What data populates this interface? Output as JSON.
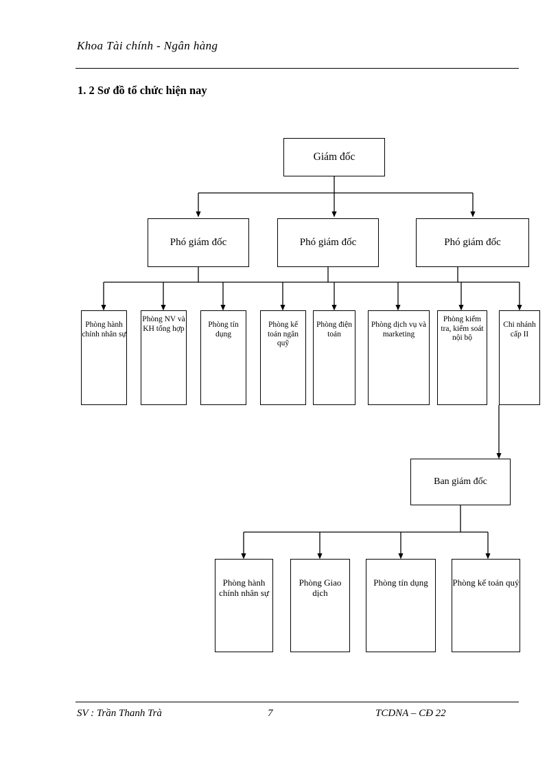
{
  "header": {
    "faculty": "Khoa Tài chính - Ngân hàng",
    "section_title": "1. 2 Sơ đồ tổ chức hiện nay"
  },
  "chart_data": {
    "type": "diagram",
    "title": "1. 2 Sơ đồ tổ chức hiện nay",
    "orientation": "top-down",
    "levels": [
      {
        "level": 1,
        "nodes": [
          {
            "id": "giam-doc",
            "label": "Giám đốc"
          }
        ]
      },
      {
        "level": 2,
        "nodes": [
          {
            "id": "pho-giam-doc-1",
            "label": "Phó giám đốc"
          },
          {
            "id": "pho-giam-doc-2",
            "label": "Phó giám đốc"
          },
          {
            "id": "pho-giam-doc-3",
            "label": "Phó giám đốc"
          }
        ]
      },
      {
        "level": 3,
        "nodes": [
          {
            "id": "phong-hanh-chinh-nhan-su",
            "label": "Phòng hành chính nhân sự"
          },
          {
            "id": "phong-nv-kh-tong-hop",
            "label": "Phòng NV và KH tổng hợp"
          },
          {
            "id": "phong-tin-dung",
            "label": "Phòng tín dụng"
          },
          {
            "id": "phong-ke-toan-ngan-quy",
            "label": "Phòng kế toán ngân quỹ"
          },
          {
            "id": "phong-dien-toan",
            "label": "Phòng điện toán"
          },
          {
            "id": "phong-dich-vu-marketing",
            "label": "Phòng dịch vụ và marketing"
          },
          {
            "id": "phong-kiem-tra-kiem-soat-noi-bo",
            "label": "Phòng kiểm tra, kiểm soát nội bộ"
          },
          {
            "id": "chi-nhanh-cap-ii",
            "label": "Chi nhánh cấp II"
          }
        ]
      },
      {
        "level": 4,
        "nodes": [
          {
            "id": "ban-giam-doc",
            "label": "Ban giám đốc"
          }
        ]
      },
      {
        "level": 5,
        "nodes": [
          {
            "id": "phong-hanh-chinh-nhan-su-2",
            "label": "Phòng hành chính nhân sự"
          },
          {
            "id": "phong-giao-dich",
            "label": "Phòng Giao dịch"
          },
          {
            "id": "phong-tin-dung-2",
            "label": "Phòng tín dụng"
          },
          {
            "id": "phong-ke-toan-quy",
            "label": "Phòng kế toán quý"
          }
        ]
      }
    ],
    "edges": [
      {
        "from": "giam-doc",
        "to": "pho-giam-doc-1"
      },
      {
        "from": "giam-doc",
        "to": "pho-giam-doc-2"
      },
      {
        "from": "giam-doc",
        "to": "pho-giam-doc-3"
      },
      {
        "from": "pho-giam-doc-1",
        "to": "department-bus"
      },
      {
        "from": "pho-giam-doc-2",
        "to": "department-bus"
      },
      {
        "from": "pho-giam-doc-3",
        "to": "department-bus"
      },
      {
        "from": "department-bus",
        "to": "phong-hanh-chinh-nhan-su"
      },
      {
        "from": "department-bus",
        "to": "phong-nv-kh-tong-hop"
      },
      {
        "from": "department-bus",
        "to": "phong-tin-dung"
      },
      {
        "from": "department-bus",
        "to": "phong-ke-toan-ngan-quy"
      },
      {
        "from": "department-bus",
        "to": "phong-dien-toan"
      },
      {
        "from": "department-bus",
        "to": "phong-dich-vu-marketing"
      },
      {
        "from": "department-bus",
        "to": "phong-kiem-tra-kiem-soat-noi-bo"
      },
      {
        "from": "department-bus",
        "to": "chi-nhanh-cap-ii"
      },
      {
        "from": "chi-nhanh-cap-ii",
        "to": "ban-giam-doc"
      },
      {
        "from": "ban-giam-doc",
        "to": "phong-hanh-chinh-nhan-su-2"
      },
      {
        "from": "ban-giam-doc",
        "to": "phong-giao-dich"
      },
      {
        "from": "ban-giam-doc",
        "to": "phong-tin-dung-2"
      },
      {
        "from": "ban-giam-doc",
        "to": "phong-ke-toan-quy"
      }
    ],
    "line_color": "#000000",
    "box_fill": "#ffffff",
    "box_border": "#000000"
  },
  "footer": {
    "student": "SV : Trần Thanh Trà",
    "page_number": "7",
    "course": "TCDNA – CĐ 22"
  }
}
